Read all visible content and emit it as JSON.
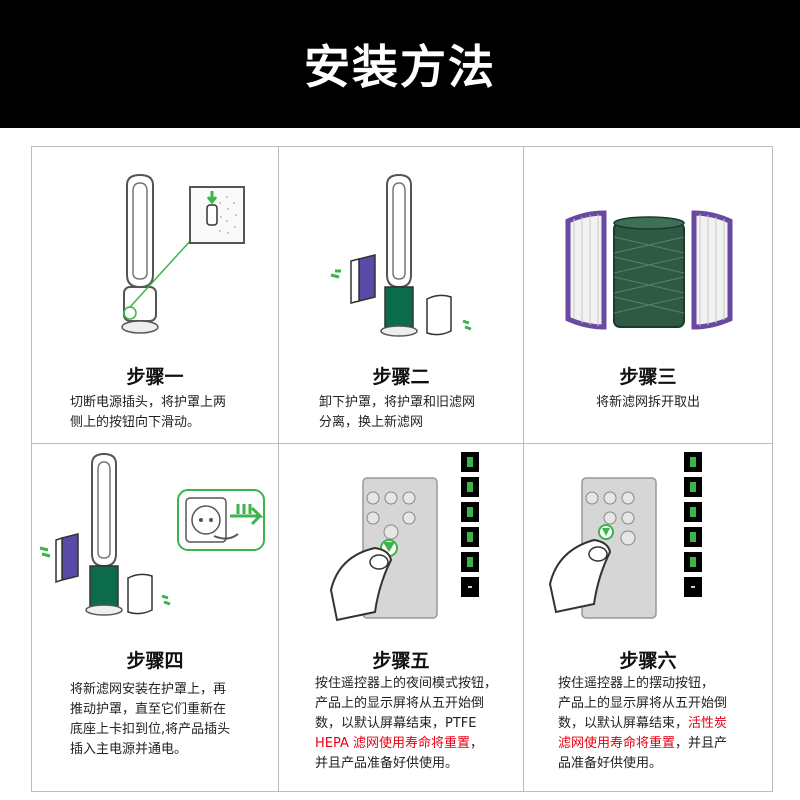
{
  "header": {
    "title": "安装方法"
  },
  "colors": {
    "green": "#3cb44b",
    "dark_green": "#0b6b4a",
    "purple": "#6a4aa0",
    "red": "#e60012"
  },
  "steps": [
    {
      "title": "步骤一",
      "lines": [
        "切断电源插头，将护罩上两",
        "侧上的按钮向下滑动。"
      ]
    },
    {
      "title": "步骤二",
      "lines": [
        "卸下护罩，将护罩和旧滤网",
        "分离，换上新滤网"
      ]
    },
    {
      "title": "步骤三",
      "lines": [
        "将新滤网拆开取出"
      ]
    },
    {
      "title": "步骤四",
      "lines": [
        "将新滤网安装在护罩上，再",
        "推动护罩，直至它们重新在",
        "底座上卡扣到位,将产品插头",
        "插入主电源并通电。"
      ]
    },
    {
      "title": "步骤五",
      "lines": [
        "按住遥控器上的夜间模式按钮，",
        "产品上的显示屏将从五开始倒",
        "数，以默认屏幕结束，PTFE"
      ],
      "red": "HEPA 滤网使用寿命将重置",
      "after_red": "，",
      "last": "并且产品准备好供使用。"
    },
    {
      "title": "步骤六",
      "lines": [
        "按住遥控器上的摆动按钮，",
        "产品上的显示屏将从五开始倒"
      ],
      "line3_pre": "数，以默认屏幕结束，",
      "red1": "活性炭",
      "red2": "滤网使用寿命将重置",
      "after_red": "，并且产",
      "last": "品准备好供使用。"
    }
  ]
}
